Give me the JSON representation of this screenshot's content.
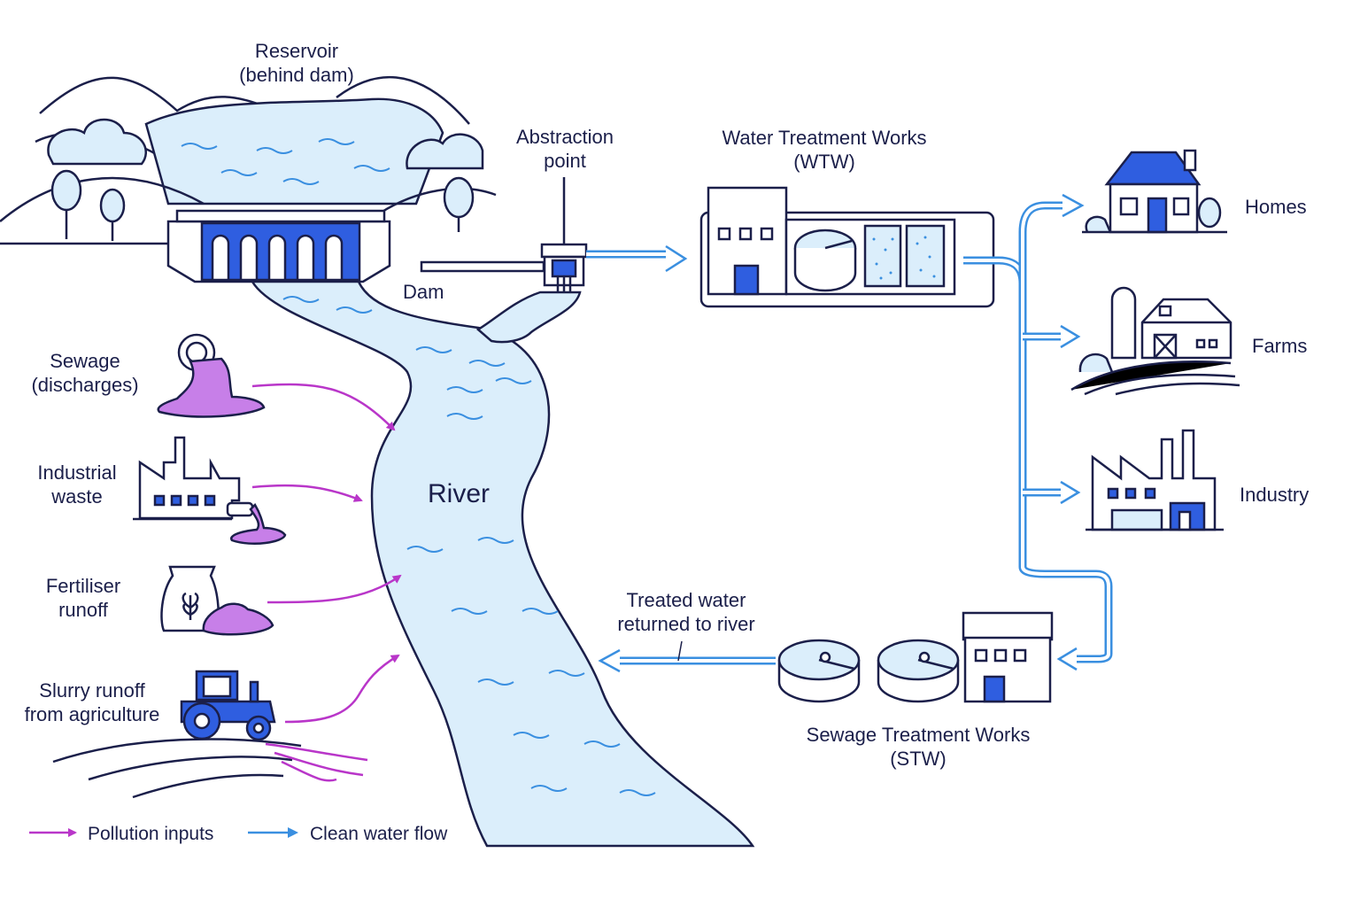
{
  "colors": {
    "outline": "#1b1f4a",
    "water": "#dbeefb",
    "water_line": "#3a8fe0",
    "pollution": "#b936c9",
    "pollution_fill": "#c77fe8",
    "accent_blue": "#2f5ee0",
    "clean_flow": "#3a8fe0"
  },
  "labels": {
    "reservoir": [
      "Reservoir",
      "(behind dam)"
    ],
    "abstraction": [
      "Abstraction",
      "point"
    ],
    "wtw": [
      "Water Treatment Works",
      "(WTW)"
    ],
    "dam": "Dam",
    "river": "River",
    "homes": "Homes",
    "farms": "Farms",
    "industry": "Industry",
    "sewage": [
      "Sewage",
      "(discharges)"
    ],
    "industrial_waste": [
      "Industrial",
      "waste"
    ],
    "fertiliser": [
      "Fertiliser",
      "runoff"
    ],
    "slurry": [
      "Slurry runoff",
      "from agriculture"
    ],
    "treated_water": [
      "Treated water",
      "returned to river"
    ],
    "stw": [
      "Sewage Treatment Works",
      "(STW)"
    ]
  },
  "legend": {
    "pollution": "Pollution inputs",
    "clean": "Clean water flow"
  },
  "icons": {
    "reservoir": "mountains-reservoir-icon",
    "dam": "dam-icon",
    "abstraction": "abstraction-intake-icon",
    "wtw": "treatment-plant-icon",
    "homes": "house-icon",
    "farms": "barn-icon",
    "industry": "factory-icon",
    "sewage": "sewage-pipe-icon",
    "industrial_waste": "factory-waste-icon",
    "fertiliser": "fertiliser-bag-icon",
    "slurry": "tractor-icon",
    "stw": "sewage-plant-icon"
  }
}
